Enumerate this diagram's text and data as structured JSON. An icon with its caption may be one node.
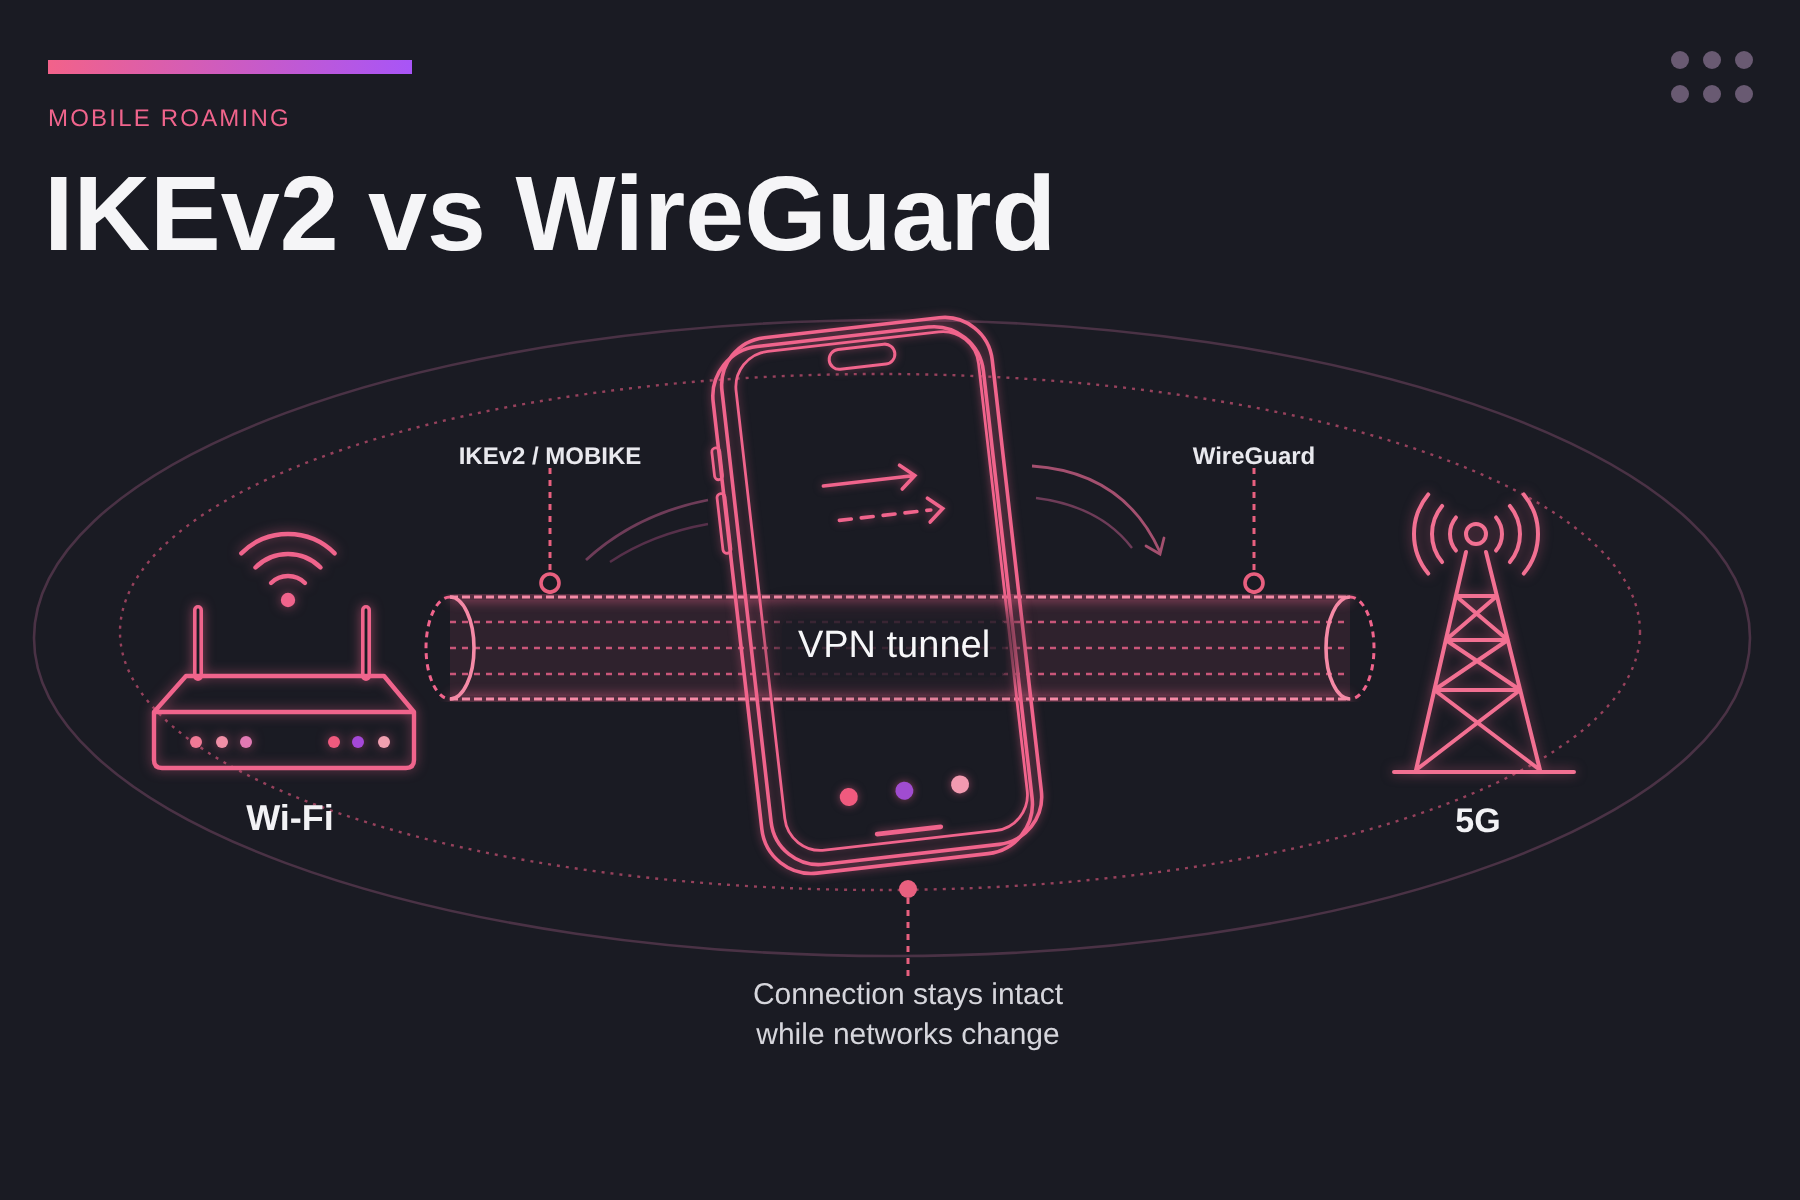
{
  "diagram": {
    "title": "IKEv2 vs WireGuard",
    "nodes": [
      {
        "text": [
          "IKEv2 / MOBIKE"
        ]
      },
      {
        "text": [
          "WireGuard"
        ]
      },
      {
        "text": [
          "VPN tunnel"
        ]
      },
      {
        "text": [],
        "shape": "picture"
      },
      {
        "text": [
          "Connection stays intact while networks change"
        ]
      }
    ],
    "edges": [
      {
        "from": 0,
        "to": 2,
        "arrow": "other",
        "style": "dashed"
      },
      {
        "from": 1,
        "to": 2,
        "arrow": "other",
        "style": "dashed"
      },
      {
        "from": 4,
        "to": 3,
        "arrow": "other",
        "style": "dashed"
      }
    ],
    "labels": [
      "MOBILE ROAMING",
      "Wi-Fi",
      "5G"
    ]
  }
}
